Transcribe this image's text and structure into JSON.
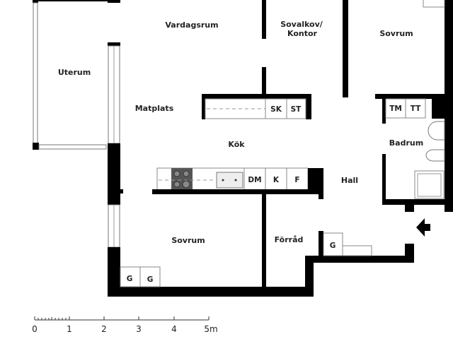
{
  "rooms": {
    "vardagsrum": "Vardagsrum",
    "uterum": "Uterum",
    "matplats": "Matplats",
    "sovalkov_line1": "Sovalkov/",
    "sovalkov_line2": "Kontor",
    "sovrum_ne": "Sovrum",
    "kok": "Kök",
    "badrum": "Badrum",
    "hall": "Hall",
    "sovrum_s": "Sovrum",
    "forrad": "Förråd"
  },
  "fixtures": {
    "sk": "SK",
    "st": "ST",
    "tm": "TM",
    "tt": "TT",
    "dm": "DM",
    "k": "K",
    "f": "F",
    "g_forrad": "G",
    "g_sovrum_1": "G",
    "g_sovrum_2": "G"
  },
  "scale_bar": {
    "ticks": [
      "0",
      "1",
      "2",
      "3",
      "4",
      "5m"
    ]
  },
  "colors": {
    "wall": "#000000",
    "stove": "#555555"
  }
}
